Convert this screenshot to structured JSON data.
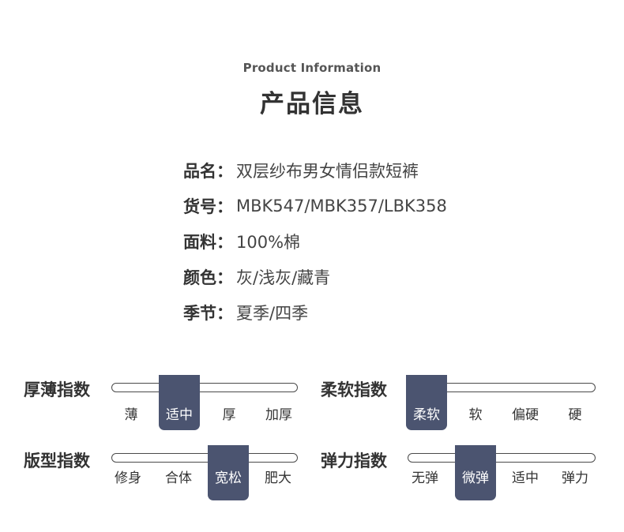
{
  "header": {
    "subtitle": "Product Information",
    "title": "产品信息"
  },
  "info": [
    {
      "label": "品名：",
      "value": "双层纱布男女情侣款短裤"
    },
    {
      "label": "货号：",
      "value": "MBK547/MBK357/LBK358"
    },
    {
      "label": "面料：",
      "value": "100%棉"
    },
    {
      "label": "颜色：",
      "value": "灰/浅灰/藏青"
    },
    {
      "label": "季节：",
      "value": "夏季/四季"
    }
  ],
  "indices": [
    {
      "title": "厚薄指数",
      "options": [
        "薄",
        "适中",
        "厚",
        "加厚"
      ],
      "selected": 1
    },
    {
      "title": "柔软指数",
      "options": [
        "柔软",
        "软",
        "偏硬",
        "硬"
      ],
      "selected": 0
    },
    {
      "title": "版型指数",
      "options": [
        "修身",
        "合体",
        "宽松",
        "肥大"
      ],
      "selected": 2
    },
    {
      "title": "弹力指数",
      "options": [
        "无弹",
        "微弹",
        "适中",
        "弹力"
      ],
      "selected": 1
    }
  ],
  "colors": {
    "selected_bg": "#4b5470",
    "selected_text": "#ffffff",
    "track_border": "#4a4a4a",
    "text": "#333333"
  }
}
